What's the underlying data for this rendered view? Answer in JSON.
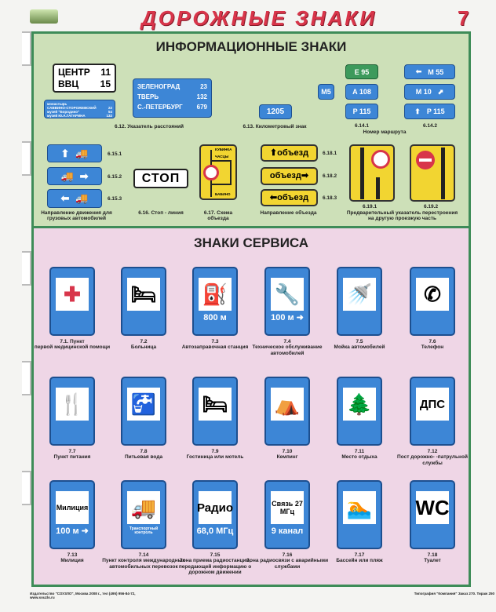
{
  "header": {
    "title": "ДОРОЖНЫЕ ЗНАКИ",
    "page_number": "7"
  },
  "info": {
    "heading": "ИНФОРМАЦИОННЫЕ ЗНАКИ",
    "s612": {
      "white": [
        [
          "ЦЕНТР",
          "11"
        ],
        [
          "ВВЦ",
          "15"
        ]
      ],
      "small": [
        [
          "монастырь",
          ""
        ],
        [
          "САВВИНО-СТОРОЖЕВСКИЙ",
          "22"
        ],
        [
          "музей \"Бородино\"",
          "54"
        ],
        [
          "музей Ю.А.ГАГАРИНА",
          "132"
        ]
      ],
      "big": [
        [
          "ЗЕЛЕНОГРАД",
          "23"
        ],
        [
          "ТВЕРЬ",
          "132"
        ],
        [
          "С.-ПЕТЕРБУРГ",
          "679"
        ]
      ],
      "caption": "6.12. Указатель расстояний"
    },
    "s613": {
      "value": "1205",
      "caption": "6.13. Километровый знак"
    },
    "s614": {
      "m5": "M5",
      "e95": "E 95",
      "a108": "A 108",
      "p115": "P 115",
      "caption1": "6.14.1",
      "caption2": "6.14.2",
      "route": "Номер маршрута",
      "r1": "M 55",
      "r2": "M 10",
      "r3": "P 115"
    },
    "s615": {
      "n1": "6.15.1",
      "n2": "6.15.2",
      "n3": "6.15.3",
      "caption": "Направление движения для грузовых автомобилей"
    },
    "s616": {
      "text": "СТОП",
      "caption": "6.16. Стоп - линия"
    },
    "s617": {
      "t1": "КУБИНКА",
      "t2": "ЧАСЦЫ",
      "t3": "БАБИНО",
      "caption": "6.17. Схема объезда"
    },
    "s618": {
      "word": "объезд",
      "n1": "6.18.1",
      "n2": "6.18.2",
      "n3": "6.18.3",
      "caption": "Направление объезда"
    },
    "s619": {
      "n1": "6.19.1",
      "n2": "6.19.2",
      "caption": "Предварительный указатель перестроения на другую проезжую часть"
    }
  },
  "service": {
    "heading": "ЗНАКИ СЕРВИСА",
    "signs": [
      {
        "num": "7.1. Пункт",
        "label": "первой медицинской помощи",
        "icon": "red-cross",
        "w": "✚",
        "b": ""
      },
      {
        "num": "7.2",
        "label": "Больница",
        "icon": "bed-cross",
        "w": "🛏",
        "b": ""
      },
      {
        "num": "7.3",
        "label": "Автозаправочная станция",
        "icon": "fuel-pump",
        "w": "⛽",
        "b": "800 м"
      },
      {
        "num": "7.4",
        "label": "Техническое обслуживание автомобилей",
        "icon": "wrench",
        "w": "🔧",
        "b": "100 м ➜"
      },
      {
        "num": "7.5",
        "label": "Мойка автомобилей",
        "icon": "car-wash",
        "w": "🚿",
        "b": ""
      },
      {
        "num": "7.6",
        "label": "Телефон",
        "icon": "phone",
        "w": "✆",
        "b": ""
      },
      {
        "num": "7.7",
        "label": "Пункт питания",
        "icon": "fork-knife",
        "w": "🍴",
        "b": ""
      },
      {
        "num": "7.8",
        "label": "Питьевая вода",
        "icon": "tap",
        "w": "🚰",
        "b": ""
      },
      {
        "num": "7.9",
        "label": "Гостиница или мотель",
        "icon": "bed",
        "w": "🛏",
        "b": ""
      },
      {
        "num": "7.10",
        "label": "Кемпинг",
        "icon": "tent",
        "w": "⛺",
        "b": ""
      },
      {
        "num": "7.11",
        "label": "Место отдыха",
        "icon": "tree-table",
        "w": "🌲",
        "b": ""
      },
      {
        "num": "7.12",
        "label": "Пост дорожно- -патрульной службы",
        "icon": "dps-text",
        "w": "ДПС",
        "b": ""
      },
      {
        "num": "7.13",
        "label": "Милиция",
        "icon": "police-text",
        "w": "Милиция",
        "b": "100 м ➜"
      },
      {
        "num": "7.14",
        "label": "Пункт контроля международных автомобильных перевозок",
        "icon": "truck-bus",
        "w": "🚚",
        "b": "Транспортный контроль"
      },
      {
        "num": "7.15",
        "label": "Зона приема радиостанции, передающей информацию о дорожном движении",
        "icon": "radio-text",
        "w": "Радио",
        "b": "68,0 МГц"
      },
      {
        "num": "7.16",
        "label": "Зона радиосвязи с аварийными службами",
        "icon": "radio-link-text",
        "w": "Связь 27 МГц",
        "b": "9 канал"
      },
      {
        "num": "7.17",
        "label": "Бассейн или пляж",
        "icon": "swimmer",
        "w": "🏊",
        "b": ""
      },
      {
        "num": "7.18",
        "label": "Туалет",
        "icon": "wc-text",
        "w": "WC",
        "b": ""
      }
    ]
  },
  "footer": {
    "left": "Издательство \"СОУЗЛО\", Москва 2008 г., тел (495) 956-84-72, www.souzlo.ru",
    "right": "Типография \"Компания\" Заказ 270. Тираж 250"
  },
  "colors": {
    "title": "#d8354a",
    "green_panel": "#cde0b8",
    "pink_panel": "#efd6e6",
    "sign_blue": "#3d86d6",
    "sign_yellow": "#f2d531"
  }
}
